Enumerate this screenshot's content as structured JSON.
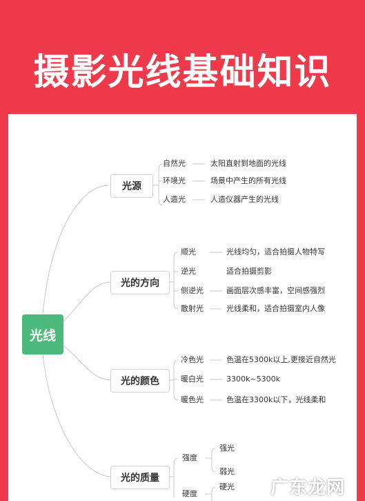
{
  "title": "摄影光线基础知识",
  "root": "光线",
  "branches": [
    {
      "label": "光源",
      "items": [
        {
          "label": "自然光",
          "desc": "太阳直射到地面的光线"
        },
        {
          "label": "环境光",
          "desc": "场景中产生的所有光线"
        },
        {
          "label": "人造光",
          "desc": "人造仪器产生的光线"
        }
      ]
    },
    {
      "label": "光的方向",
      "items": [
        {
          "label": "顺光",
          "desc": "光线均匀，适合拍摄人物特写"
        },
        {
          "label": "逆光",
          "desc": "适合拍摄剪影"
        },
        {
          "label": "侧逆光",
          "desc": "画面层次感丰富，空间感强烈"
        },
        {
          "label": "散射光",
          "desc": "光线柔和，适合拍摄室内人像"
        }
      ]
    },
    {
      "label": "光的颜色",
      "items": [
        {
          "label": "冷色光",
          "desc": "色温在5300k以上,更接近自然光"
        },
        {
          "label": "暖白光",
          "desc": "3300k~5300k"
        },
        {
          "label": "暖色光",
          "desc": "色温在3300k以下，光线柔和"
        }
      ]
    },
    {
      "label": "光的质量",
      "items": [
        {
          "label": "强度",
          "subs": [
            "强光",
            "弱光"
          ]
        },
        {
          "label": "硬度",
          "subs": [
            "硬光"
          ]
        }
      ]
    }
  ],
  "watermark": "广东龙网"
}
